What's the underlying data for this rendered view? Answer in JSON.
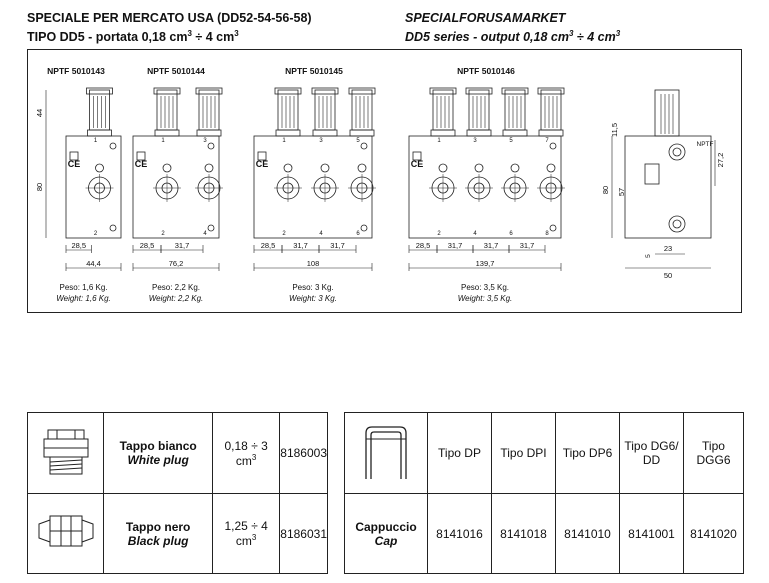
{
  "header": {
    "it_title": "SPECIALE PER MERCATO USA (DD52-54-56-58)",
    "it_sub_a": "TIPO DD5 - portata 0,18 cm",
    "it_sub_b": " ÷ 4 cm",
    "en_title": "SPECIALFORUSAMARKET",
    "en_sub_a": "DD5 series - output 0,18 cm",
    "en_sub_b": " ÷ 4 cm",
    "sup": "3"
  },
  "blocks": [
    {
      "code": "NPTF 5010143",
      "weight_it": "Peso: 1,6 Kg.",
      "weight_en": "Weight: 1,6 Kg.",
      "dims": [
        "28,5",
        "44,4"
      ]
    },
    {
      "code": "NPTF 5010144",
      "weight_it": "Peso: 2,2 Kg.",
      "weight_en": "Weight: 2,2 Kg.",
      "dims": [
        "28,5",
        "31,7",
        "76,2"
      ]
    },
    {
      "code": "NPTF 5010145",
      "weight_it": "Peso: 3 Kg.",
      "weight_en": "Weight: 3 Kg.",
      "dims": [
        "28,5",
        "31,7",
        "31,7",
        "108"
      ]
    },
    {
      "code": "NPTF 5010146",
      "weight_it": "Peso: 3,5 Kg.",
      "weight_en": "Weight: 3,5 Kg.",
      "dims": [
        "28,5",
        "31,7",
        "31,7",
        "31,7",
        "139,7"
      ]
    }
  ],
  "side_view": {
    "nptf": "NPTF",
    "dims": [
      "11,5",
      "27,2",
      "80",
      "57",
      "5",
      "23",
      "50"
    ]
  },
  "left_dims": [
    "44",
    "80"
  ],
  "plugs": [
    {
      "name_it": "Tappo bianco",
      "name_en": "White plug",
      "range": "0,18 ÷ 3 cm",
      "code": "8186003"
    },
    {
      "name_it": "Tappo nero",
      "name_en": "Black plug",
      "range": "1,25 ÷ 4 cm",
      "code": "8186031"
    }
  ],
  "caps": {
    "name_it": "Cappuccio",
    "name_en": "Cap",
    "types": [
      "Tipo DP",
      "Tipo DPI",
      "Tipo DP6",
      "Tipo DG6/\nDD",
      "Tipo DGG6"
    ],
    "codes": [
      "8141016",
      "8141018",
      "8141010",
      "8141001",
      "8141020"
    ]
  }
}
